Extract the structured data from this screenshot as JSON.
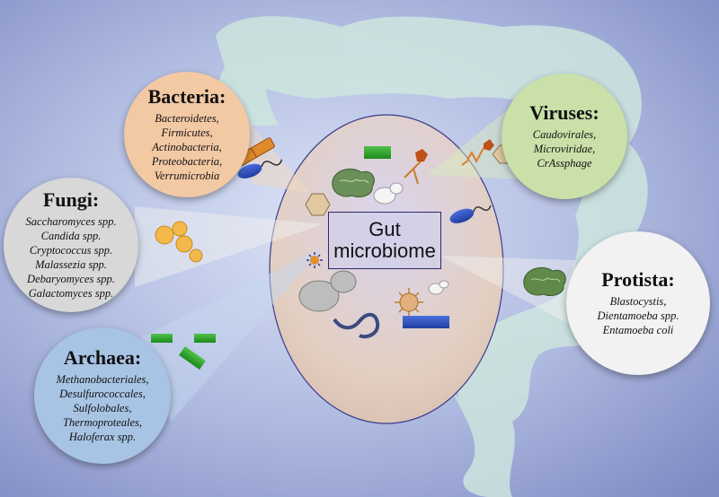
{
  "center": {
    "line1": "Gut",
    "line2": "microbiome"
  },
  "groups": {
    "bacteria": {
      "title": "Bacteria:",
      "color": "#f3c9a4",
      "items": [
        "Bacteroidetes,",
        "Firmicutes,",
        "Actinobacteria,",
        "Proteobacteria,",
        "Verrumicrobia"
      ]
    },
    "viruses": {
      "title": "Viruses:",
      "color": "#c9e0a8",
      "items": [
        "Caudovirales,",
        "Microviridae,",
        "CrAssphage"
      ]
    },
    "fungi": {
      "title": "Fungi:",
      "color": "#d8d8d8",
      "items": [
        "Saccharomyces spp.",
        "Candida spp.",
        "Cryptococcus spp.",
        "Malassezia spp.",
        "Debaryomyces spp.",
        "Galactomyces spp."
      ]
    },
    "protista": {
      "title": "Protista:",
      "color": "#f2f2f2",
      "items": [
        "Blastocystis,",
        "Dientamoeba spp.",
        "Entamoeba coli"
      ]
    },
    "archaea": {
      "title": "Archaea:",
      "color": "#a8c4e4",
      "items": [
        "Methanobacteriales,",
        "Desulfurococcales,",
        "Sulfolobales,",
        "Thermoproteales,",
        "Haloferax spp."
      ]
    }
  },
  "colors": {
    "background": "#8a98cc",
    "intestine": "#cfe8de",
    "center_ellipse": "#c9c9e6"
  },
  "icons": [
    "rod-bacterium-icon",
    "virus-phage-icon",
    "yeast-cell-icon",
    "amoeba-icon",
    "green-bar-icon",
    "hexagon-virus-icon"
  ]
}
